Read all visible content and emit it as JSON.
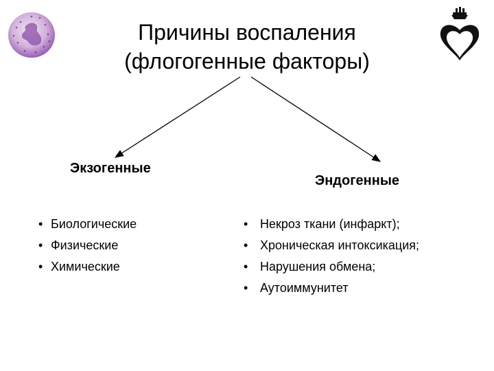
{
  "slide": {
    "title_line1": "Причины воспаления",
    "title_line2": "(флогогенные факторы)",
    "icons": {
      "top_left": "eosinophil-cell-image",
      "top_right": "heart-ship-logo"
    },
    "colors": {
      "text": "#000000",
      "background": "#ffffff",
      "cell_body": "#b07ac8",
      "cell_nucleus": "#7a3b9a"
    }
  },
  "branches": {
    "left": {
      "heading": "Экзогенные",
      "items": [
        "Биологические",
        "Физические",
        "Химические"
      ]
    },
    "right": {
      "heading": "Эндогенные",
      "items": [
        "Некроз ткани (инфаркт);",
        "Хроническая интоксикация;",
        "Нарушения обмена;",
        "Аутоиммунитет"
      ]
    }
  },
  "bullet": "•"
}
